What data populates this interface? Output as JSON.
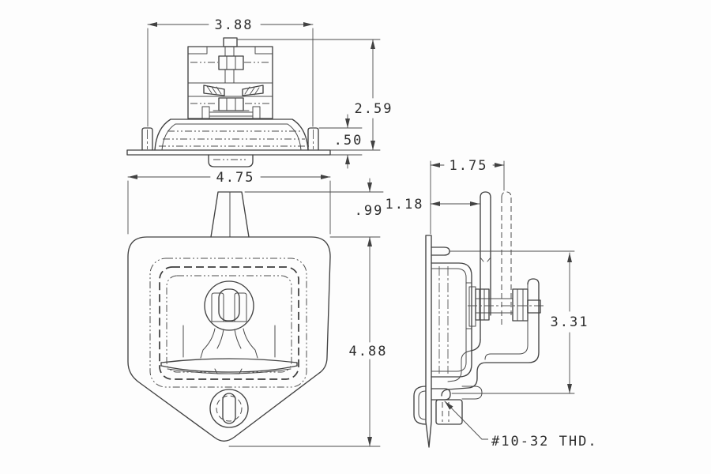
{
  "drawing": {
    "background_color": "#fdfdfd",
    "line_color": "#424242",
    "text_color": "#2e2e2e",
    "views": {
      "rear": {
        "name": "rear-elevation",
        "dims": {
          "width": "3.88",
          "height": "2.59",
          "stud_height": ".50"
        }
      },
      "front": {
        "name": "front-face",
        "dims": {
          "width": "4.75",
          "handle_projection": ".99",
          "height": "4.88"
        }
      },
      "side": {
        "name": "side-profile",
        "dims": {
          "depth": "1.75",
          "bracket_offset": "1.18",
          "catch_span": "3.31"
        },
        "note": "#10-32 THD."
      }
    }
  }
}
